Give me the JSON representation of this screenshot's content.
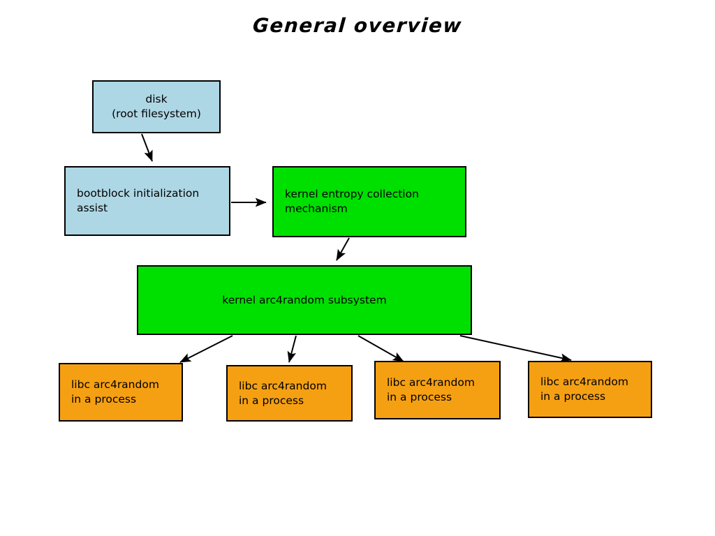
{
  "diagram": {
    "title": "General overview",
    "background": "#ffffff",
    "palette": {
      "storage": "#aed7e5",
      "kernel": "#00e000",
      "userland": "#f5a013",
      "stroke": "#000000",
      "text": "#000000"
    },
    "nodes": [
      {
        "id": "disk",
        "label": "disk\n(root filesystem)",
        "color": "#aed7e5",
        "align": "center"
      },
      {
        "id": "bootblock",
        "label": "bootblock initialization\nassist",
        "color": "#aed7e5",
        "align": "left"
      },
      {
        "id": "entropy",
        "label": "kernel entropy collection\nmechanism",
        "color": "#00e000",
        "align": "left"
      },
      {
        "id": "subsystem",
        "label": "kernel arc4random subsystem",
        "color": "#00e000",
        "align": "center"
      },
      {
        "id": "libc1",
        "label": "libc arc4random\nin a process",
        "color": "#f5a013",
        "align": "left"
      },
      {
        "id": "libc2",
        "label": "libc arc4random\nin a process",
        "color": "#f5a013",
        "align": "left"
      },
      {
        "id": "libc3",
        "label": "libc arc4random\nin a process",
        "color": "#f5a013",
        "align": "left"
      },
      {
        "id": "libc4",
        "label": "libc arc4random\nin a process",
        "color": "#f5a013",
        "align": "left"
      }
    ],
    "edges": [
      {
        "id": "disk-to-bootblock",
        "from": "disk",
        "to": "bootblock"
      },
      {
        "id": "bootblock-to-entropy",
        "from": "bootblock",
        "to": "entropy"
      },
      {
        "id": "entropy-to-subsystem",
        "from": "entropy",
        "to": "subsystem"
      },
      {
        "id": "subsystem-to-libc1",
        "from": "subsystem",
        "to": "libc1"
      },
      {
        "id": "subsystem-to-libc2",
        "from": "subsystem",
        "to": "libc2"
      },
      {
        "id": "subsystem-to-libc3",
        "from": "subsystem",
        "to": "libc3"
      },
      {
        "id": "subsystem-to-libc4",
        "from": "subsystem",
        "to": "libc4"
      }
    ]
  }
}
